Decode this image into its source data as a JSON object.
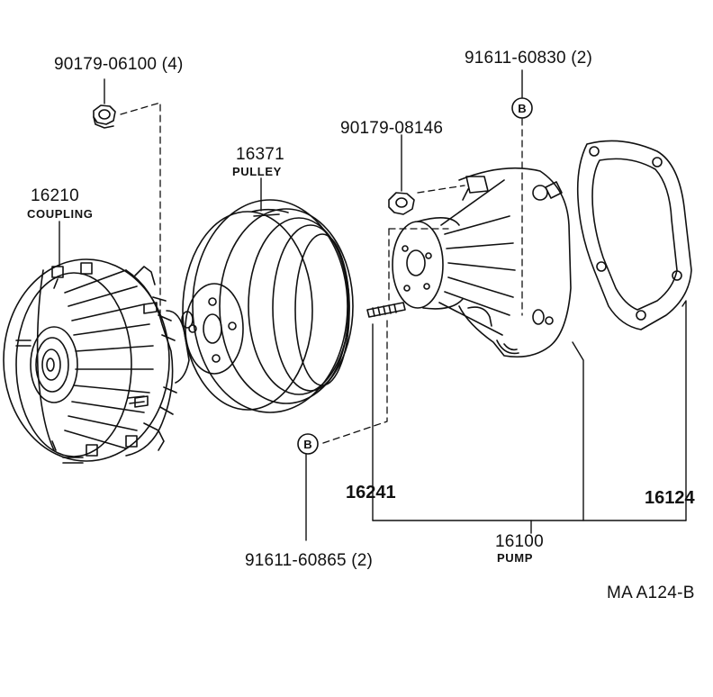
{
  "diagram": {
    "reference_code": "MA  A124-B",
    "labels": {
      "nut_1": {
        "part_no": "90179-06100 (4)"
      },
      "nut_2": {
        "part_no": "90179-08146"
      },
      "stud_upper": {
        "part_no": "91611-60830 (2)"
      },
      "stud_lower": {
        "part_no": "91611-60865 (2)"
      },
      "coupling": {
        "part_no": "16210",
        "name": "COUPLING"
      },
      "pulley": {
        "part_no": "16371",
        "name": "PULLEY"
      },
      "stud_pump": {
        "part_no": "16241"
      },
      "pump": {
        "part_no": "16100",
        "name": "PUMP"
      },
      "gasket": {
        "part_no": "16124"
      }
    },
    "markers": {
      "b_upper": "B",
      "b_lower": "B"
    }
  },
  "colors": {
    "line": "#111111",
    "background": "#ffffff"
  }
}
